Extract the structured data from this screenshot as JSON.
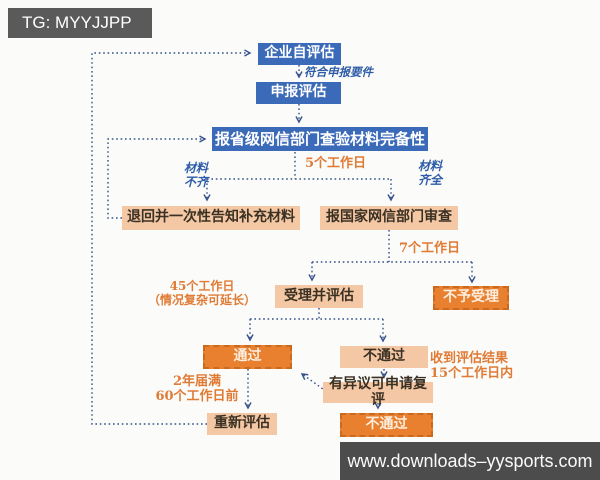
{
  "watermark": {
    "tag": "TG: MYYJJPP"
  },
  "website": {
    "url": "www.downloads–yysports.com"
  },
  "colors": {
    "blue_box": "#3b6ab8",
    "light_orange_box": "#f4c8a4",
    "solid_orange_box": "#e8802f",
    "solid_orange_border": "#c96a1e",
    "orange_label_text": "#e07b35",
    "blue_label_text": "#2e5ca8",
    "connector_line": "#35508c",
    "watermark_bar": "#5a5a5a",
    "website_bar": "#4c4c4c"
  },
  "flowchart": {
    "node_self_assessment": "企业自评估",
    "edge_meets_requirements": "符合申报要件",
    "node_apply_assessment": "申报评估",
    "node_provincial_check": "报省级网信部门查验材料完备性",
    "edge_5_working_days": "5个工作日",
    "edge_materials_incomplete_line1": "材料",
    "edge_materials_incomplete_line2": "不齐",
    "edge_materials_complete_line1": "材料",
    "edge_materials_complete_line2": "齐全",
    "node_return_supplement": "退回并一次性告知补充材料",
    "node_national_review": "报国家网信部门审查",
    "edge_7_working_days": "7个工作日",
    "edge_45_working_days_line1": "45个工作日",
    "edge_45_working_days_line2": "（情况复杂可延长）",
    "node_accept_and_assess": "受理并评估",
    "node_not_accepted": "不予受理",
    "node_pass": "通过",
    "node_fail": "不通过",
    "edge_receive_result_line1": "收到评估结果",
    "edge_receive_result_line2": "15个工作日内",
    "edge_2_years_line1": "2年届满",
    "edge_2_years_line2": "60个工作日前",
    "node_objection_review": "有异议可申请复评",
    "node_reassessment": "重新评估",
    "node_fail_final": "不通过"
  }
}
